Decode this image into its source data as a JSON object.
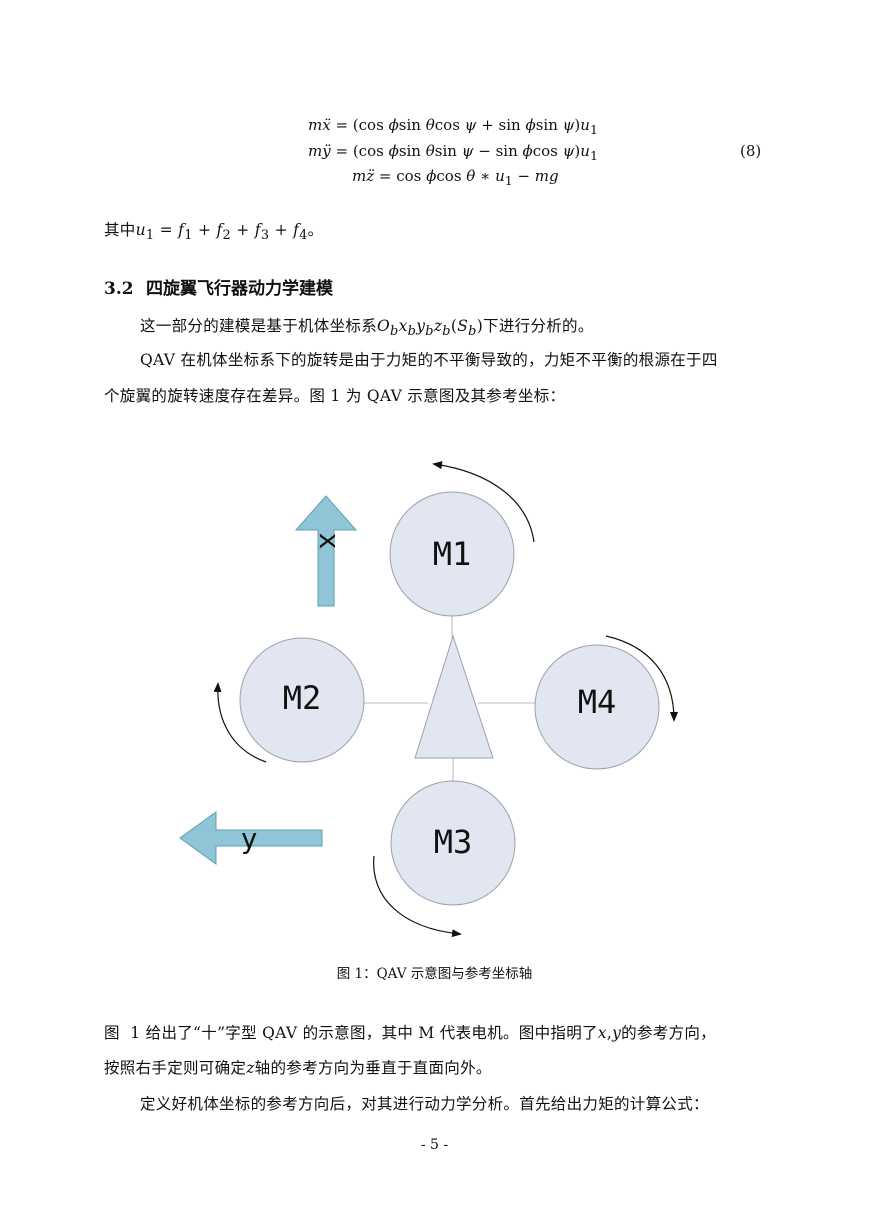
{
  "equations": {
    "line1": "mẍ = (cos ϕsin θcos ψ + sin ϕsin ψ)u₁",
    "line2": "mÿ = (cos ϕsin θsin ψ − sin ϕcos ψ)u₁",
    "line3": "mz̈ = cos ϕcos θ ∗ u₁ − mg",
    "number": "(8)"
  },
  "text": {
    "where": "其中u₁ = f₁ + f₂ + f₃ + f₄。",
    "section_number": "3.2",
    "section_title": "四旋翼飞行器动力学建模",
    "p1": "这一部分的建模是基于机体坐标系O_b x_b y_b z_b (S_b)下进行分析的。",
    "p2_line1": "QAV 在机体坐标系下的旋转是由于力矩的不平衡导致的，力矩不平衡的根源在于四",
    "p2_line2": "个旋翼的旋转速度存在差异。图  1 为 QAV 示意图及其参考坐标：",
    "p3_line1": "图  1 给出了“十”字型 QAV 的示意图，其中 M 代表电机。图中指明了x,y的参考方向，",
    "p3_line2": "按照右手定则可确定z轴的参考方向为垂直于直面向外。",
    "p4": "定义好机体坐标的参考方向后，对其进行动力学分析。首先给出力矩的计算公式：",
    "page_number": "- 5 -"
  },
  "figure": {
    "caption": "图  1：QAV 示意图与参考坐标轴",
    "motors": [
      "M1",
      "M2",
      "M3",
      "M4"
    ],
    "axis_x": "x",
    "axis_y": "y",
    "colors": {
      "motor_fill": "#e1e6f1",
      "motor_stroke": "#9aa2ae",
      "arrow_fill": "#8fc5d6",
      "arrow_stroke": "#5e9fb3",
      "triangle_fill": "#e1e6f1"
    }
  }
}
